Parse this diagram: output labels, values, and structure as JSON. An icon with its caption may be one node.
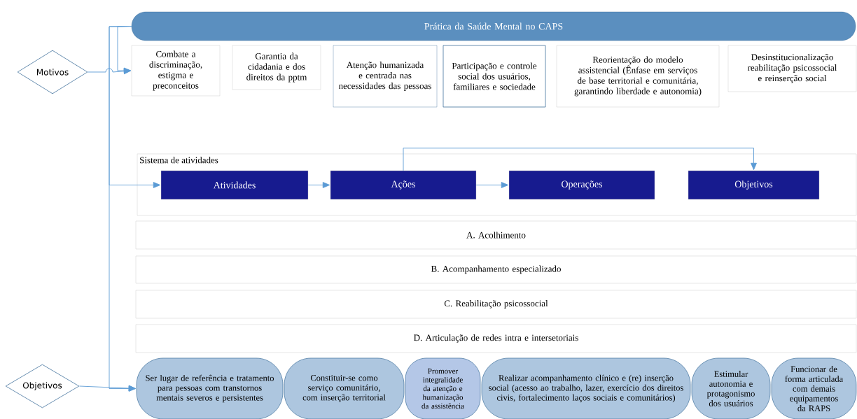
{
  "diagram": {
    "nodes": [
      {
        "text": [
          "Motivos"
        ]
      },
      {
        "text": [
          "Prática da Saúde Mental no CAPS"
        ]
      },
      {
        "text": [
          "Combate a discriminação, estigma e preconceitos"
        ]
      },
      {
        "text": [
          "Garantia da cidadania e dos direitos da pptm"
        ]
      },
      {
        "text": [
          "Atenção humanizada e centrada nas necessidades das pessoas"
        ]
      },
      {
        "text": [
          "Participação e controle social dos usuários, familiares e sociedade"
        ]
      },
      {
        "text": [
          "Reorientação do modelo assistencial (Ênfase em serviços de base territorial e comunitária, garantindo liberdade e autonomia)"
        ]
      },
      {
        "text": [
          "Desinstitucionalização reabilitação psicossocial e reinserção social"
        ]
      },
      {
        "text": [
          "Sistema de atividades"
        ]
      },
      {
        "text": [
          "Atividades"
        ],
        "in": 8
      },
      {
        "text": [
          "Ações"
        ],
        "in": 8
      },
      {
        "text": [
          "Operações"
        ],
        "in": 8
      },
      {
        "text": [
          "Objetivos"
        ],
        "in": 8
      },
      {
        "text": [
          "A. Acolhimento"
        ]
      },
      {
        "text": [
          "B. Acompanhamento especializado"
        ]
      },
      {
        "text": [
          "C. Reabilitação psicossocial"
        ]
      },
      {
        "text": [
          "D. Articulação de redes intra e intersetoriais"
        ]
      },
      {
        "text": [
          "Objetivos"
        ]
      },
      {
        "text": [
          "Ser lugar de referência e tratamento para pessoas com transtornos mentais severos e persistentes"
        ]
      },
      {
        "text": [
          "Constituir-se como serviço comunitário, com inserção territorial"
        ]
      },
      {
        "text": [
          "Promover integralidade da atenção e humanização da assistência"
        ]
      },
      {
        "text": [
          "Realizar acompanhamento clínico e (re) inserção social (acesso ao trabalho, lazer, exercício dos direitos civis, fortalecimento laços sociais e comunitários)"
        ]
      },
      {
        "text": [
          "Estimular autonomia e protagonismo dos usuários"
        ]
      },
      {
        "text": [
          "Funcionar de forma articulada com demais equipamentos da RAPS"
        ]
      }
    ],
    "edges": [
      {
        "from": 1,
        "to": 2,
        "arrow": "to"
      },
      {
        "from": 0,
        "to": 2,
        "arrow": "to"
      },
      {
        "from": 1,
        "to": 9,
        "arrow": "to"
      },
      {
        "from": 1,
        "to": 18,
        "arrow": "to"
      },
      {
        "from": 17,
        "to": 18,
        "arrow": "to"
      },
      {
        "from": 9,
        "to": 10,
        "arrow": "to"
      },
      {
        "from": 10,
        "to": 11,
        "arrow": "to"
      },
      {
        "from": 10,
        "to": 12,
        "arrow": "to"
      }
    ]
  }
}
